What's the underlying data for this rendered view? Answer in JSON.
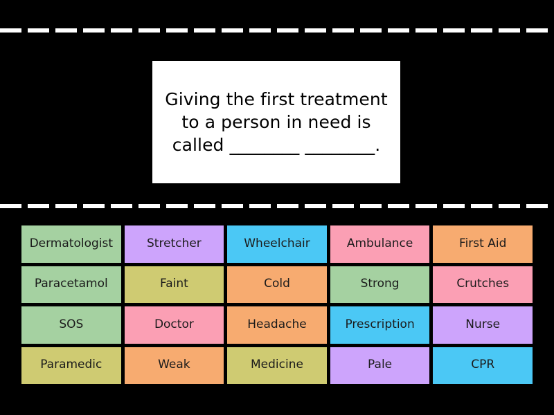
{
  "background_color": "#000000",
  "dividers": {
    "color": "#FFFFFF",
    "style": "dashed",
    "top_label": "dashed-divider-top",
    "bottom_label": "dashed-divider-bottom"
  },
  "question_card": {
    "background_color": "#FFFFFF",
    "text_color": "#000000",
    "text": "Giving the first treatment\nto a person in need is\ncalled ________ ________."
  },
  "palette": {
    "green": "#A5D1A1",
    "purple": "#CDA4FC",
    "blue": "#4BC8F5",
    "pink": "#FB9FB4",
    "orange": "#F7AB70",
    "khaki": "#CFCB72"
  },
  "tile_grid": {
    "columns": 5,
    "rows": 4,
    "tiles": [
      {
        "label": "Dermatologist",
        "color": "#A5D1A1"
      },
      {
        "label": "Stretcher",
        "color": "#CDA4FC"
      },
      {
        "label": "Wheelchair",
        "color": "#4BC8F5"
      },
      {
        "label": "Ambulance",
        "color": "#FB9FB4"
      },
      {
        "label": "First Aid",
        "color": "#F7AB70"
      },
      {
        "label": "Paracetamol",
        "color": "#A5D1A1"
      },
      {
        "label": "Faint",
        "color": "#CFCB72"
      },
      {
        "label": "Cold",
        "color": "#F7AB70"
      },
      {
        "label": "Strong",
        "color": "#A5D1A1"
      },
      {
        "label": "Crutches",
        "color": "#FB9FB4"
      },
      {
        "label": "SOS",
        "color": "#A5D1A1"
      },
      {
        "label": "Doctor",
        "color": "#FB9FB4"
      },
      {
        "label": "Headache",
        "color": "#F7AB70"
      },
      {
        "label": "Prescription",
        "color": "#4BC8F5"
      },
      {
        "label": "Nurse",
        "color": "#CDA4FC"
      },
      {
        "label": "Paramedic",
        "color": "#CFCB72"
      },
      {
        "label": "Weak",
        "color": "#F7AB70"
      },
      {
        "label": "Medicine",
        "color": "#CFCB72"
      },
      {
        "label": "Pale",
        "color": "#CDA4FC"
      },
      {
        "label": "CPR",
        "color": "#4BC8F5"
      }
    ]
  }
}
